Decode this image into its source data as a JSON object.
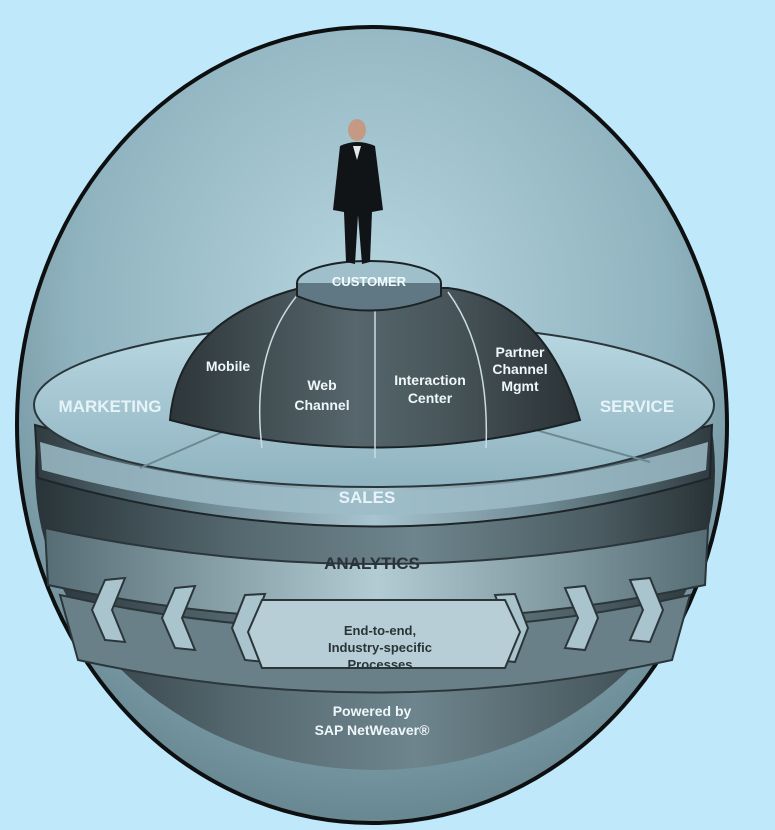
{
  "diagram": {
    "hub": {
      "label": "CUSTOMER"
    },
    "dome_segments": [
      {
        "label_lines": [
          "Mobile"
        ]
      },
      {
        "label_lines": [
          "Web",
          "Channel"
        ]
      },
      {
        "label_lines": [
          "Interaction",
          "Center"
        ]
      },
      {
        "label_lines": [
          "Partner",
          "Channel",
          "Mgmt"
        ]
      }
    ],
    "platform_segments": {
      "marketing": "MARKETING",
      "service": "SERVICE",
      "sales": "SALES"
    },
    "bands": {
      "analytics": "ANALYTICS",
      "processes_lines": [
        "End-to-end,",
        "Industry-specific",
        "Processes"
      ],
      "foundation_lines": [
        "Powered by",
        "SAP NetWeaver®"
      ]
    },
    "colors": {
      "background": "#bfe9fb",
      "platform_top": "#a9cbd6",
      "dome": "#4c5b61",
      "band": "#8fb0bc",
      "dark_steel": "#3f4b50",
      "label_light": "#dfeff5",
      "label_dark": "#2f3a3f"
    }
  }
}
